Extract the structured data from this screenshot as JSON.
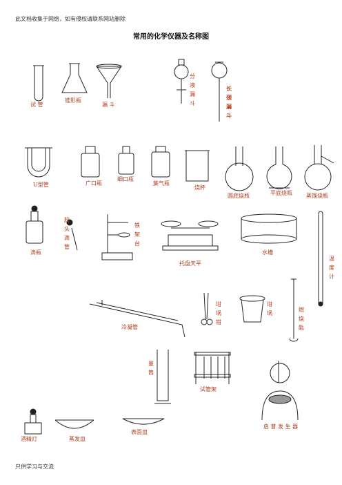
{
  "header": "此文档收集于网络，如有侵权请联系网站删除",
  "title": "常用的化学仪器及名称图",
  "footer": "只供学习与交流",
  "labels": {
    "test_tube": "试 管",
    "erlenmeyer": "锥形瓶",
    "funnel": "漏 斗",
    "separatory_funnel": "分液漏斗",
    "long_neck_funnel": "长颈漏斗",
    "u_tube": "U型管",
    "wide_mouth_bottle": "广口瓶",
    "narrow_mouth_bottle": "细口瓶",
    "gas_jar": "集气瓶",
    "beaker": "烧杯",
    "round_flask": "圆底烧瓶",
    "flat_flask": "平底烧瓶",
    "distilling_flask": "蒸馏烧瓶",
    "dropper_bottle": "滴瓶",
    "dropper": "胶头滴管",
    "iron_stand": "铁架台",
    "balance": "托盘天平",
    "water_trough": "水槽",
    "thermometer": "温度计",
    "condenser": "冷凝管",
    "crucible_tongs": "坩埚钳",
    "crucible": "坩埚",
    "combustion_spoon": "燃烧匙",
    "graduated_cylinder": "量筒",
    "test_tube_rack": "试管架",
    "kipp": "启 普 发 生 器",
    "alcohol_lamp": "酒精灯",
    "evaporating_dish": "蒸发皿",
    "watch_glass": "表面皿"
  }
}
